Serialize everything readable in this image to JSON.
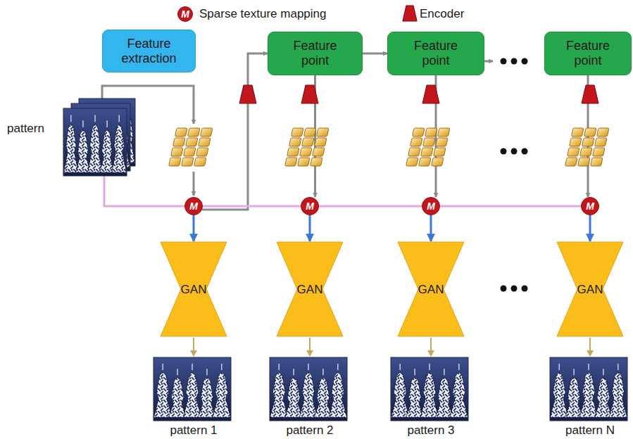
{
  "diagram": {
    "nodes": [
      {
        "text": [
          "Feature extraction"
        ]
      },
      {
        "text": [
          "Feature point"
        ]
      },
      {
        "text": [
          "Feature point"
        ]
      },
      {
        "text": [
          "Feature point"
        ]
      },
      {
        "text": [
          "M"
        ]
      },
      {
        "text": [
          "M"
        ]
      },
      {
        "text": [
          "M"
        ]
      },
      {
        "text": [
          "M"
        ]
      },
      {
        "text": [
          "GAN"
        ]
      },
      {
        "text": [
          "GAN"
        ]
      },
      {
        "text": [
          "GAN"
        ]
      },
      {
        "text": [
          "GAN"
        ]
      }
    ],
    "edges": [
      {
        "from": 4,
        "to": 1,
        "arrow": "to"
      },
      {
        "from": 1,
        "to": 2,
        "arrow": "to"
      },
      {
        "from": 1,
        "to": 5,
        "arrow": "to"
      },
      {
        "from": 2,
        "to": 6,
        "arrow": "to"
      },
      {
        "from": 3,
        "to": 7,
        "arrow": "to"
      },
      {
        "from": 4,
        "to": 8,
        "arrow": "to"
      },
      {
        "from": 5,
        "to": 9,
        "arrow": "to"
      },
      {
        "from": 6,
        "to": 10,
        "arrow": "to"
      },
      {
        "from": 7,
        "to": 11,
        "arrow": "to"
      },
      {
        "from": 4,
        "to": 5,
        "arrow": "none"
      },
      {
        "from": 5,
        "to": 6,
        "arrow": "none"
      },
      {
        "from": 6,
        "to": 7,
        "arrow": "none"
      }
    ],
    "labels": [
      "M",
      "pattern",
      "pattern 1",
      "pattern 2",
      "pattern 3",
      "pattern N"
    ],
    "legend": [
      {
        "text": "Sparse texture mapping"
      },
      {
        "text": "Encoder"
      }
    ]
  }
}
